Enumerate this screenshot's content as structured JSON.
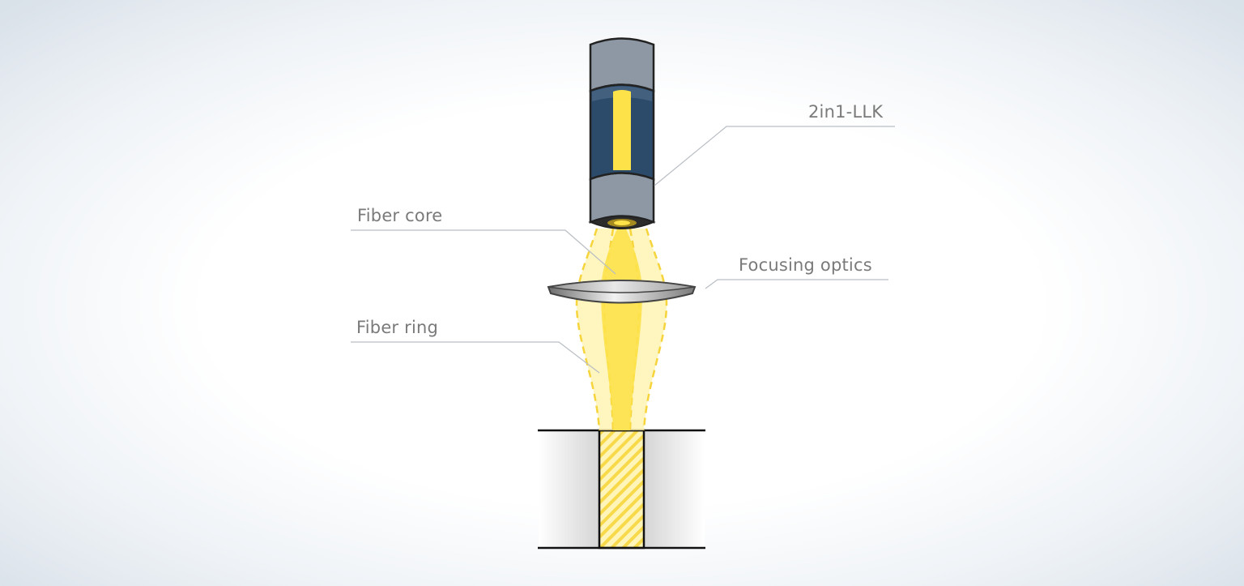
{
  "labels": {
    "llk": "2in1-LLK",
    "fiber_core": "Fiber core",
    "focusing_optics": "Focusing optics",
    "fiber_ring": "Fiber ring"
  },
  "colors": {
    "housing": "#8d98a4",
    "housing_window": "#2c4a6a",
    "beam_core": "#fde24a",
    "beam_ring": "#fff1a8",
    "leader_line": "#b9bec4",
    "label_text": "#7a7a7a"
  }
}
